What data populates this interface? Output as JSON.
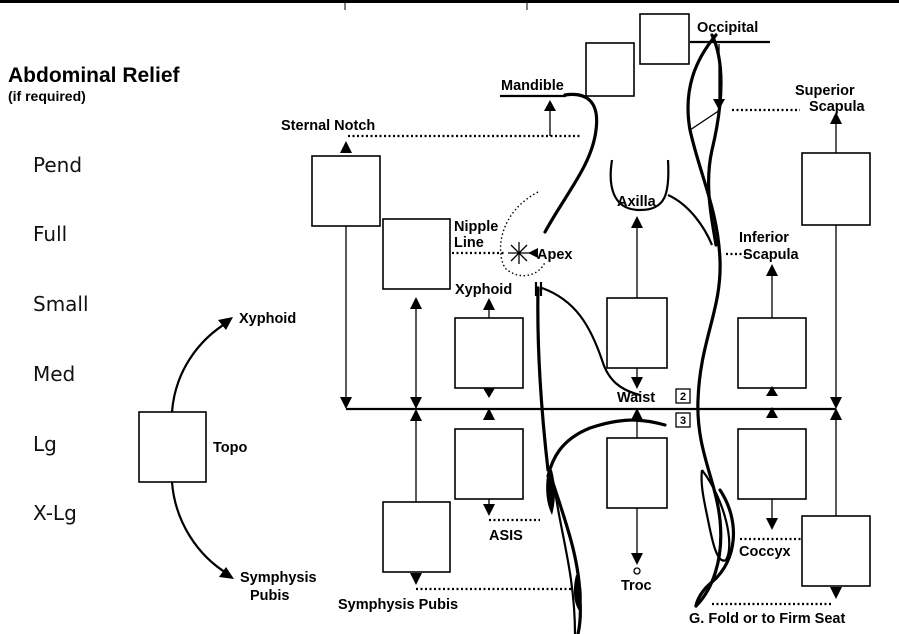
{
  "legend": {
    "title": "Abdominal Relief",
    "subtitle": "(if required)",
    "sizes": [
      "Pend",
      "Full",
      "Small",
      "Med",
      "Lg",
      "X-Lg"
    ]
  },
  "topo": {
    "label": "Topo",
    "top_label": "Xyphoid",
    "bottom_label_line1": "Symphysis",
    "bottom_label_line2": "Pubis"
  },
  "landmarks": {
    "mandible": "Mandible",
    "occipital": "Occipital",
    "superior_scapula_line1": "Superior",
    "superior_scapula_line2": "Scapula",
    "sternal_notch": "Sternal Notch",
    "axilla": "Axilla",
    "nipple_line_line1": "Nipple",
    "nipple_line_line2": "Line",
    "apex": "Apex",
    "inferior_scapula_line1": "Inferior",
    "inferior_scapula_line2": "Scapula",
    "xyphoid": "Xyphoid",
    "waist": "Waist",
    "asis": "ASIS",
    "troc": "Troc",
    "coccyx": "Coccyx",
    "symphysis_pubis": "Symphysis Pubis",
    "gluteal_fold": "G. Fold or to Firm Seat"
  },
  "markers": {
    "waist_upper": "2",
    "waist_lower": "3"
  }
}
